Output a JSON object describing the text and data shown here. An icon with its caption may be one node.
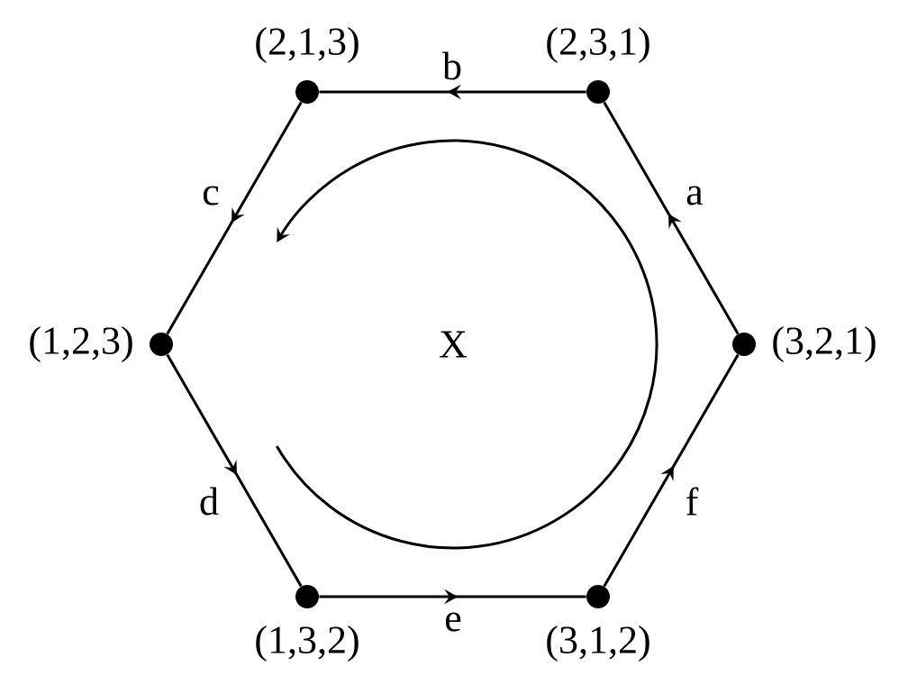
{
  "diagram": {
    "nodes": [
      {
        "text": [],
        "shape": "circle",
        "beside": [
          "(2,1,3)"
        ]
      },
      {
        "text": [],
        "shape": "circle",
        "beside": [
          "(2,3,1)"
        ]
      },
      {
        "text": [],
        "shape": "circle",
        "beside": [
          "(1,2,3)"
        ]
      },
      {
        "text": [],
        "shape": "circle",
        "beside": [
          "(3,2,1)"
        ]
      },
      {
        "text": [],
        "shape": "circle",
        "beside": [
          "(1,3,2)"
        ]
      },
      {
        "text": [],
        "shape": "circle",
        "beside": [
          "(3,1,2)"
        ]
      }
    ],
    "edges": [
      {
        "from": 3,
        "to": 1,
        "arrow": "to",
        "label": "a"
      },
      {
        "from": 1,
        "to": 0,
        "arrow": "to",
        "label": "b"
      },
      {
        "from": 0,
        "to": 2,
        "arrow": "to",
        "label": "c"
      },
      {
        "from": 2,
        "to": 4,
        "arrow": "to",
        "label": "d"
      },
      {
        "from": 4,
        "to": 5,
        "arrow": "to",
        "label": "e"
      },
      {
        "from": 5,
        "to": 3,
        "arrow": "to",
        "label": "f"
      }
    ],
    "labels": [
      "X"
    ]
  }
}
